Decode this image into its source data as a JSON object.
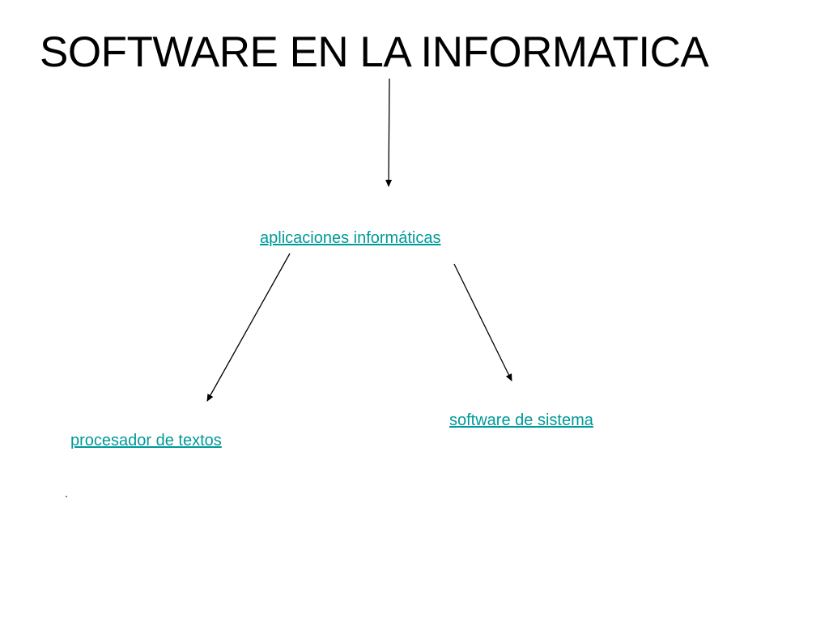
{
  "slide": {
    "title": "SOFTWARE EN LA INFORMATICA",
    "link_color": "#009999",
    "nodes": {
      "aplicaciones": "aplicaciones informáticas",
      "software_sistema": "software de sistema",
      "procesador": "procesador de textos"
    },
    "footnote": "."
  }
}
